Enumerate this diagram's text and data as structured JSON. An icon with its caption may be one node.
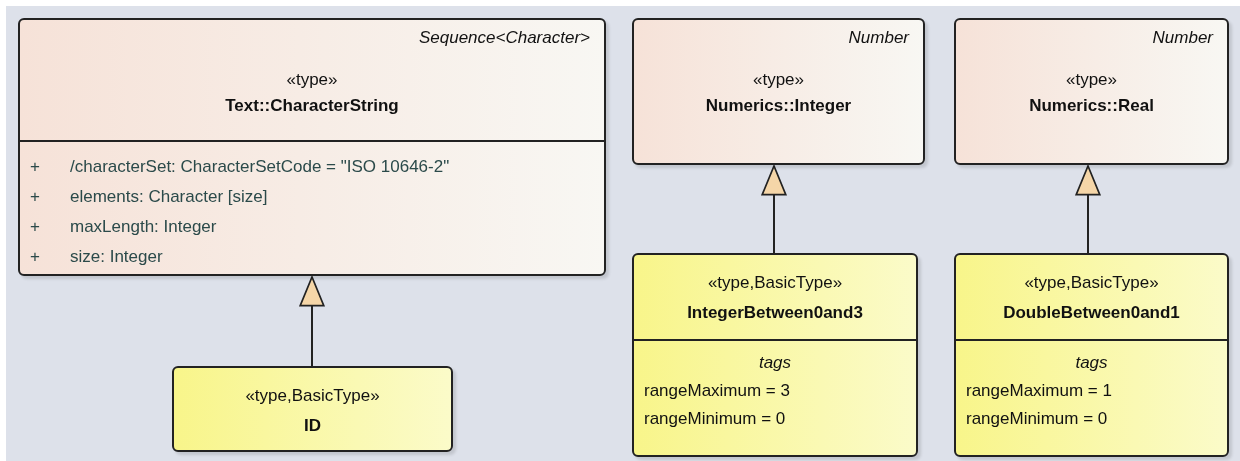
{
  "diagram": {
    "nodes": [
      {
        "text": [
          "Sequence<Character>",
          "«type»",
          "Text::CharacterString",
          "+",
          "/characterSet: CharacterSetCode = \"ISO 10646-2\"",
          "+",
          "elements: Character [size]",
          "+",
          "maxLength: Integer",
          "+",
          "size: Integer"
        ]
      },
      {
        "text": [
          "Number",
          "«type»",
          "Numerics::Integer"
        ]
      },
      {
        "text": [
          "Number",
          "«type»",
          "Numerics::Real"
        ]
      },
      {
        "text": [
          "«type,BasicType»",
          "ID"
        ]
      },
      {
        "text": [
          "«type,BasicType»",
          "IntegerBetween0and3",
          "tags",
          "rangeMaximum = 3",
          "rangeMinimum = 0"
        ]
      },
      {
        "text": [
          "«type,BasicType»",
          "DoubleBetween0and1",
          "tags",
          "rangeMaximum = 1",
          "rangeMinimum = 0"
        ]
      }
    ],
    "edges": [
      {
        "from": 3,
        "to": 0,
        "arrow": "to"
      },
      {
        "from": 4,
        "to": 1,
        "arrow": "to"
      },
      {
        "from": 5,
        "to": 2,
        "arrow": "to"
      }
    ]
  }
}
